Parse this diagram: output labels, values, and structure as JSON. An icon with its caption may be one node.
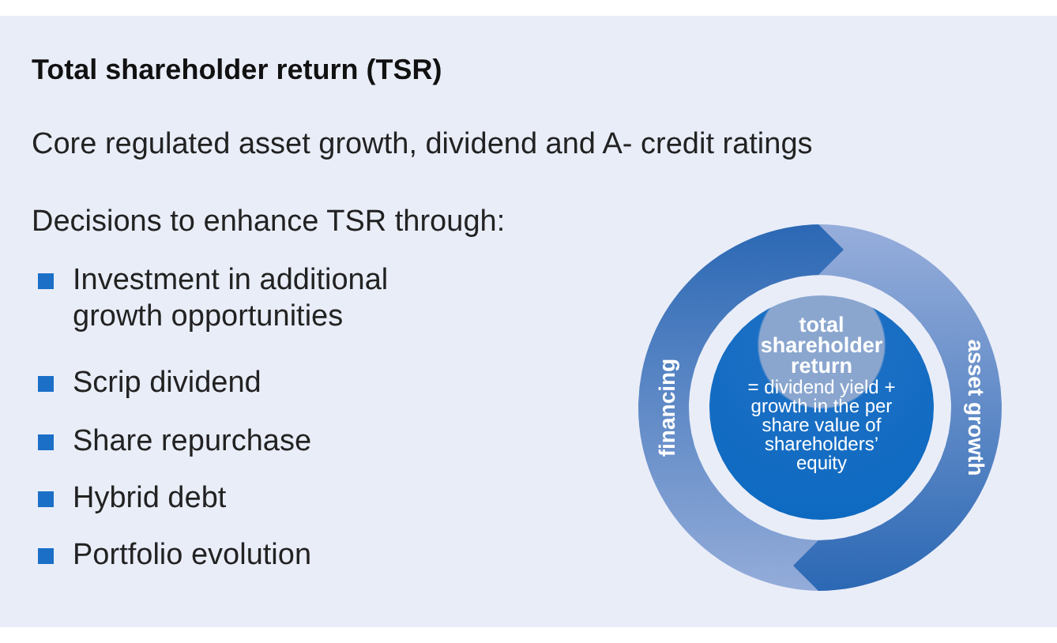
{
  "diagram": {
    "title": "Total shareholder return (TSR)",
    "nodes": [
      {
        "text": [
          "total shareholder return",
          "= dividend yield + growth in the per share value of shareholders’ equity"
        ]
      },
      {
        "text": [
          "financing"
        ]
      },
      {
        "text": [
          "asset growth"
        ]
      }
    ],
    "labels": [
      "Core regulated asset growth, dividend and A- credit ratings",
      "Decisions to enhance TSR through:",
      "Investment in additional growth opportunities",
      "Scrip dividend",
      "Share repurchase",
      "Hybrid debt",
      "Portfolio evolution"
    ]
  }
}
